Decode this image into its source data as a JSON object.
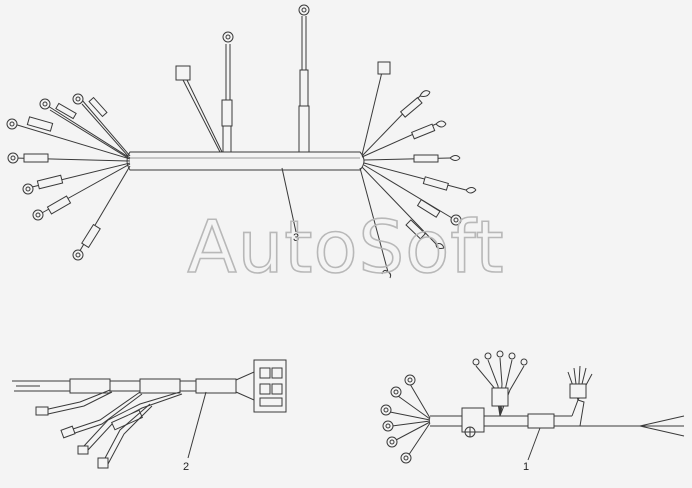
{
  "figure": {
    "labels": {
      "harness_1": "1",
      "harness_2": "2",
      "harness_3": "3"
    },
    "watermark": "AutoSoft"
  },
  "colors": {
    "ink": "#3a3a3a",
    "background": "#f4f4f4",
    "watermark": "#b8b8b8"
  }
}
